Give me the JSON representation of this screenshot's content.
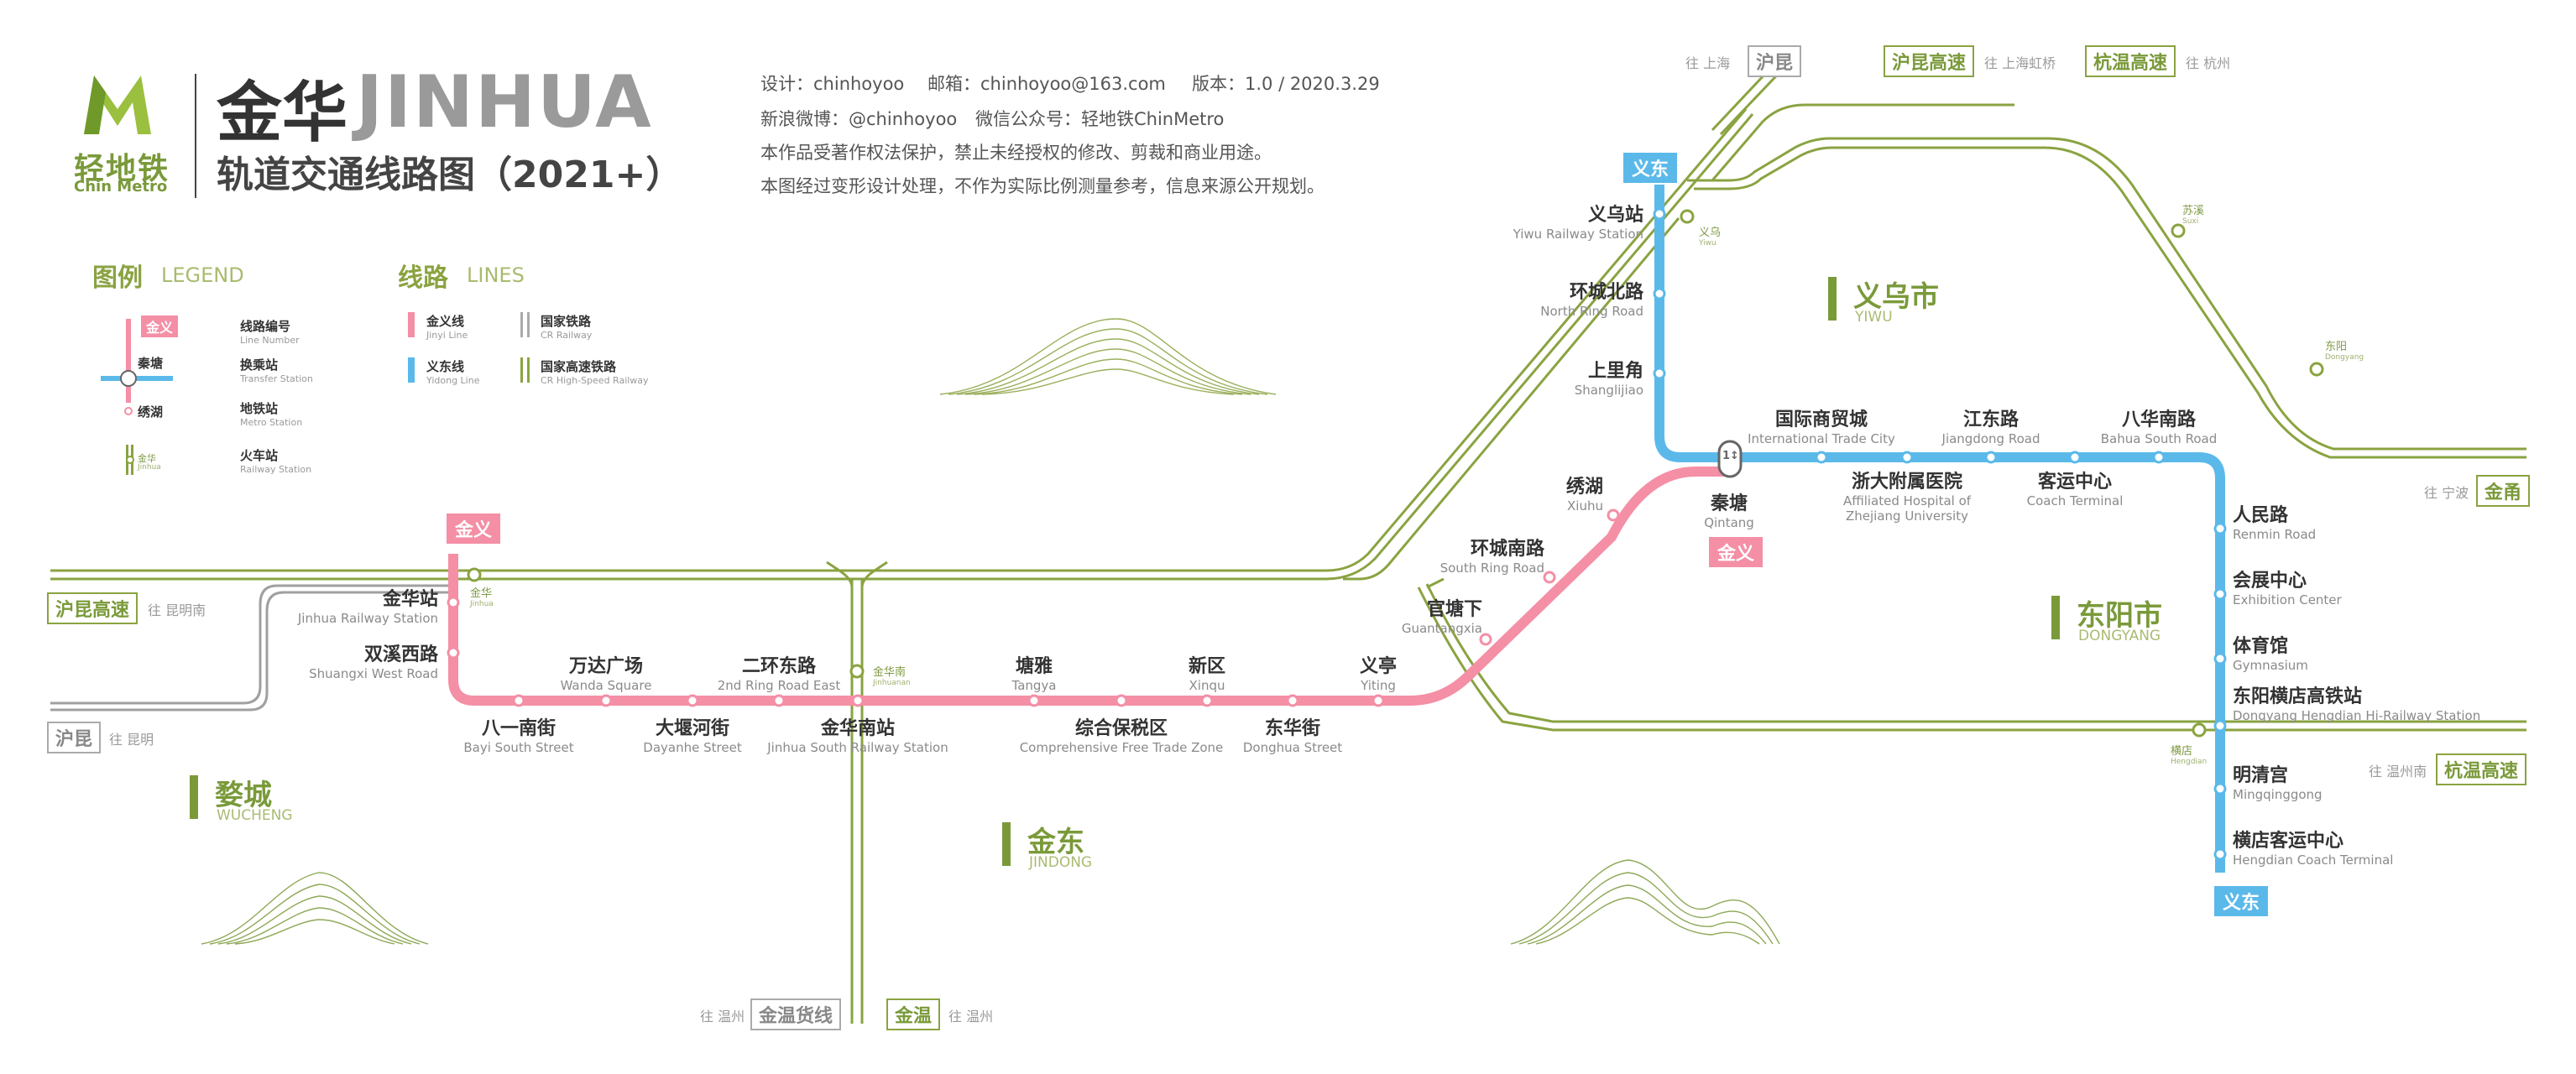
{
  "brand": {
    "logo_cn": "轻地铁",
    "logo_en": "Chin Metro",
    "title_cn": "金华",
    "title_en": "JINHUA",
    "subtitle": "轨道交通线路图（2021+）"
  },
  "info": {
    "design": "设计：chinhoyoo",
    "email": "邮箱：chinhoyoo@163.com",
    "version": "版本：1.0 / 2020.3.29",
    "weibo": "新浪微博：@chinhoyoo",
    "wechat": "微信公众号：轻地铁ChinMetro",
    "copyright": "本作品受著作权法保护，禁止未经授权的修改、剪裁和商业用途。",
    "disclaimer": "本图经过变形设计处理，不作为实际比例测量参考，信息来源公开规划。"
  },
  "legend": {
    "title_cn": "图例",
    "title_en": "LEGEND",
    "line_badge": "金义",
    "transfer_station_sample": "秦塘",
    "metro_station_sample": "绣湖",
    "rail_sample_cn": "金华",
    "rail_sample_en": "Jinhua",
    "items": [
      {
        "cn": "线路编号",
        "en": "Line Number"
      },
      {
        "cn": "换乘站",
        "en": "Transfer Station"
      },
      {
        "cn": "地铁站",
        "en": "Metro Station"
      },
      {
        "cn": "火车站",
        "en": "Railway Station"
      }
    ]
  },
  "lines_legend": {
    "title_cn": "线路",
    "title_en": "LINES",
    "items": [
      {
        "cn": "金义线",
        "en": "Jinyi Line",
        "color": "#f48fa6"
      },
      {
        "cn": "义东线",
        "en": "Yidong Line",
        "color": "#5bb9ea"
      },
      {
        "cn": "国家铁路",
        "en": "CR Railway",
        "color": "#9a9a9a"
      },
      {
        "cn": "国家高速铁路",
        "en": "CR High-Speed Railway",
        "color": "#8aa341"
      }
    ]
  },
  "colors": {
    "jinyi_line": "#f48fa6",
    "yidong_line": "#5bb9ea",
    "high_speed_rail": "#8aa341",
    "cr_railway": "#9a9a9a",
    "city_label": "#7a9a3a"
  },
  "icons": {
    "logo": "chin-metro-m-icon",
    "mountains": "mountain-decoration-icon",
    "railway_station": "railway-station-icon",
    "transfer": "transfer-station-icon"
  },
  "watermark": {
    "cn": "轻地铁",
    "en": "Chin Metro"
  },
  "badges": {
    "jinyi_west": "金义",
    "jinyi_east": "金义",
    "yidong_north": "义东",
    "yidong_south": "义东"
  },
  "cities": {
    "yiwu": {
      "cn": "义乌市",
      "en": "YIWU"
    },
    "dongyang": {
      "cn": "东阳市",
      "en": "DONGYANG"
    },
    "wucheng": {
      "cn": "婺城",
      "en": "WUCHENG"
    },
    "jindong": {
      "cn": "金东",
      "en": "JINDONG"
    }
  },
  "transfer_number": "1↕",
  "stations_jinyi": [
    {
      "cn": "金华站",
      "en": "Jinhua Railway Station"
    },
    {
      "cn": "双溪西路",
      "en": "Shuangxi West Road"
    },
    {
      "cn": "八一南街",
      "en": "Bayi South Street"
    },
    {
      "cn": "万达广场",
      "en": "Wanda Square"
    },
    {
      "cn": "大堰河街",
      "en": "Dayanhe Street"
    },
    {
      "cn": "二环东路",
      "en": "2nd Ring Road East"
    },
    {
      "cn": "金华南站",
      "en": "Jinhua South Railway Station"
    },
    {
      "cn": "塘雅",
      "en": "Tangya"
    },
    {
      "cn": "综合保税区",
      "en": "Comprehensive Free Trade Zone"
    },
    {
      "cn": "新区",
      "en": "Xinqu"
    },
    {
      "cn": "东华街",
      "en": "Donghua Street"
    },
    {
      "cn": "义亭",
      "en": "Yiting"
    },
    {
      "cn": "官塘下",
      "en": "Guantangxia"
    },
    {
      "cn": "环城南路",
      "en": "South Ring Road"
    },
    {
      "cn": "绣湖",
      "en": "Xiuhu"
    },
    {
      "cn": "秦塘",
      "en": "Qintang"
    }
  ],
  "stations_yidong": [
    {
      "cn": "义乌站",
      "en": "Yiwu Railway Station"
    },
    {
      "cn": "环城北路",
      "en": "North Ring Road"
    },
    {
      "cn": "上里角",
      "en": "Shanglijiao"
    },
    {
      "cn": "国际商贸城",
      "en": "International Trade City"
    },
    {
      "cn": "浙大附属医院",
      "en": "Affiliated Hospital of"
    },
    {
      "cn": "江东路",
      "en": "Jiangdong Road"
    },
    {
      "cn": "客运中心",
      "en": "Coach Terminal"
    },
    {
      "cn": "八华南路",
      "en": "Bahua South Road"
    },
    {
      "cn": "人民路",
      "en": "Renmin Road"
    },
    {
      "cn": "会展中心",
      "en": "Exhibition Center"
    },
    {
      "cn": "体育馆",
      "en": "Gymnasium"
    },
    {
      "cn": "东阳横店高铁站",
      "en": "Dongyang Hengdian Hi-Railway Station"
    },
    {
      "cn": "明清宫",
      "en": "Mingqinggong"
    },
    {
      "cn": "横店客运中心",
      "en": "Hengdian Coach Terminal"
    }
  ],
  "hospital_en_line2": "Zhejiang University",
  "rail_stations": [
    {
      "cn": "金华",
      "en": "Jinhua"
    },
    {
      "cn": "金华南",
      "en": "Jinhuanan"
    },
    {
      "cn": "义乌",
      "en": "Yiwu"
    },
    {
      "cn": "苏溪",
      "en": "Suxi"
    },
    {
      "cn": "东阳",
      "en": "Dongyang"
    },
    {
      "cn": "横店",
      "en": "Hengdian"
    }
  ],
  "rail_connectors": {
    "hukun_hsr_west": {
      "box": "沪昆高速",
      "to": "往 昆明南"
    },
    "hukun_west": {
      "box": "沪昆",
      "to": "往 昆明"
    },
    "hukun_north": {
      "box": "沪昆",
      "to": "往 上海"
    },
    "hukun_hsr_north": {
      "box": "沪昆高速",
      "to": "往 上海虹桥"
    },
    "hangwen_north": {
      "box": "杭温高速",
      "to": "往 杭州"
    },
    "jinyong_east": {
      "box": "金甬",
      "to": "往 宁波"
    },
    "hangwen_east": {
      "box": "杭温高速",
      "to": "往 温州南"
    },
    "jinwen_freight": {
      "box": "金温货线",
      "to": "往 温州"
    },
    "jinwen": {
      "box": "金温",
      "to": "往 温州"
    }
  }
}
